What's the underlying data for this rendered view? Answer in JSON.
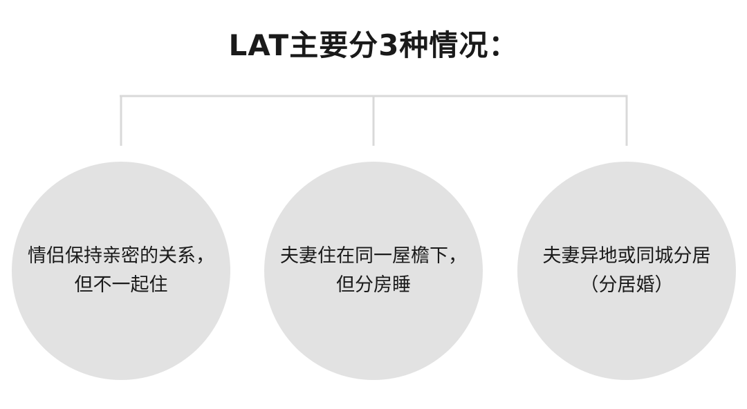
{
  "title": "LAT主要分3种情况：",
  "colors": {
    "connector": "#d9d9d9",
    "circle_fill": "#e2e2e2",
    "text": "#1a1a1a"
  },
  "nodes": [
    {
      "line1": "情侣保持亲密的关系，",
      "line2": "但不一起住"
    },
    {
      "line1": "夫妻住在同一屋檐下，",
      "line2": "但分房睡"
    },
    {
      "line1": "夫妻异地或同城分居",
      "line2": "（分居婚）"
    }
  ]
}
